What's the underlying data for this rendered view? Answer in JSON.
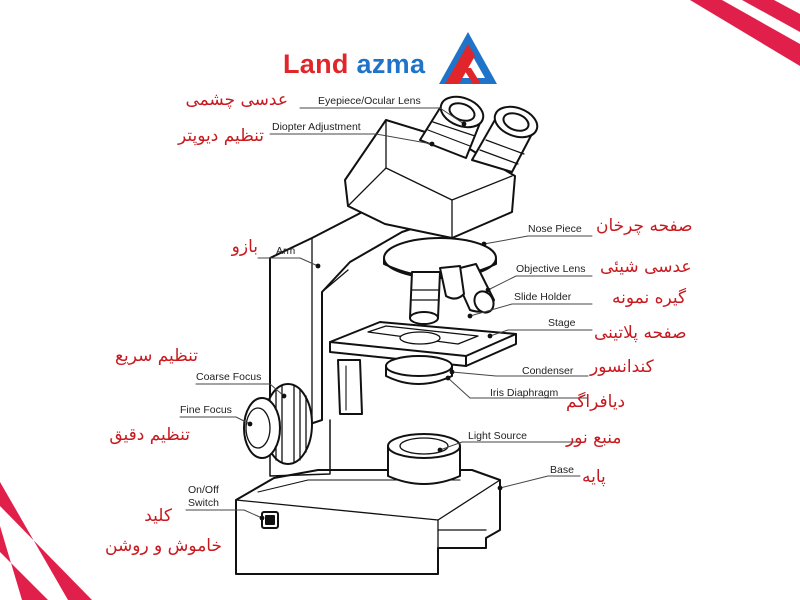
{
  "brand": {
    "name_part1": "Land",
    "name_part2": "azma",
    "colors": {
      "red": "#e0262b",
      "blue": "#1f73c8",
      "stripe": "#e0204a"
    },
    "logo_icon": "triangle-logo-icon"
  },
  "labels": {
    "eyepiece": {
      "en": "Eyepiece/Ocular Lens",
      "fa": "عدسی چشمی"
    },
    "diopter": {
      "en": "Diopter Adjustment",
      "fa": "تنظیم دیوپتر"
    },
    "arm": {
      "en": "Arm",
      "fa": "بازو"
    },
    "coarse": {
      "en": "Coarse Focus",
      "fa": "تنظیم سریع"
    },
    "fine": {
      "en": "Fine Focus",
      "fa": "تنظیم دقیق"
    },
    "switch": {
      "en1": "On/Off",
      "en2": "Switch",
      "fa1": "کلید",
      "fa2": "خاموش و روشن"
    },
    "nosepiece": {
      "en": "Nose Piece",
      "fa": "صفحه چرخان"
    },
    "objective": {
      "en": "Objective Lens",
      "fa": "عدسی شیئی"
    },
    "slideholder": {
      "en": "Slide Holder",
      "fa": "گیره نمونه"
    },
    "stage": {
      "en": "Stage",
      "fa": "صفحه پلاتینی"
    },
    "condenser": {
      "en": "Condenser",
      "fa": "کندانسور"
    },
    "iris": {
      "en": "Iris Diaphragm",
      "fa": "دیافراگم"
    },
    "light": {
      "en": "Light Source",
      "fa": "منبع نور"
    },
    "base": {
      "en": "Base",
      "fa": "پایه"
    }
  }
}
